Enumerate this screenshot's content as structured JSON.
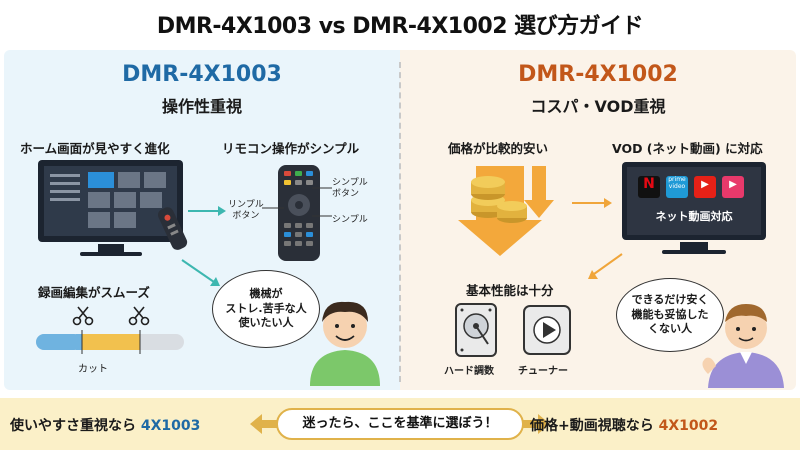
{
  "title": "DMR-4X1003 vs DMR-4X1002 選び方ガイド",
  "left": {
    "model": "DMR-4X1003",
    "tagline": "操作性重視",
    "feature_home": "ホーム画面が見やすく進化",
    "feature_remote": "リモコン操作がシンプル",
    "feature_edit": "録画編集がスムーズ",
    "remote_label_left": "リンプル\nボタン",
    "remote_label_top": "シンプル\nボタン",
    "remote_label_bottom": "シンプル",
    "cut_label": "カット",
    "bubble": "機械が\nストレ.苦手な人\n使いたい人"
  },
  "right": {
    "model": "DMR-4X1002",
    "tagline": "コスパ・VOD重視",
    "feature_price": "価格が比較的安い",
    "feature_vod": "VOD (ネット動画) に対応",
    "tv_caption": "ネット動画対応",
    "feature_basic": "基本性能は十分",
    "hdd_label": "ハード調数",
    "tuner_label": "チューナー",
    "bubble": "できるだけ安く\n機能も妥協した\nくない人",
    "app_icons": [
      "N",
      "prime video",
      "▶",
      "▶"
    ]
  },
  "bottom": {
    "left_prefix": "使いやすさ重視なら",
    "left_model": "4X1003",
    "center": "迷ったら、ここを基準に選ぼう！",
    "right_prefix": "価格+動画視聴なら",
    "right_model": "4X1002"
  },
  "colors": {
    "left_accent": "#1f6aa5",
    "right_accent": "#c2571a",
    "arrow_teal": "#3db7b0",
    "arrow_orange": "#f0a53a"
  }
}
